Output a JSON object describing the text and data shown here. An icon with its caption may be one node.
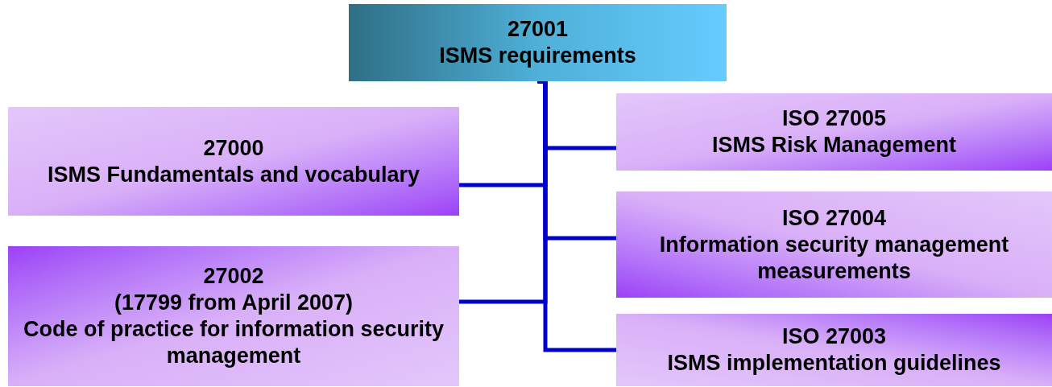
{
  "diagram": {
    "nodes": [
      {
        "text": [
          "27001",
          "ISMS requirements"
        ]
      },
      {
        "text": [
          "27000",
          "ISMS Fundamentals and vocabulary"
        ]
      },
      {
        "text": [
          "27002",
          "(17799 from April 2007)",
          "Code of practice for information security management"
        ]
      },
      {
        "text": [
          "ISO 27005",
          "ISMS Risk Management"
        ]
      },
      {
        "text": [
          "ISO 27004",
          "Information security management measurements"
        ]
      },
      {
        "text": [
          "ISO 27003",
          "ISMS implementation guidelines"
        ]
      }
    ],
    "edges": [
      {
        "from": 0,
        "to": 1,
        "arrow": "none"
      },
      {
        "from": 0,
        "to": 2,
        "arrow": "none"
      },
      {
        "from": 0,
        "to": 3,
        "arrow": "none"
      },
      {
        "from": 0,
        "to": 4,
        "arrow": "none"
      },
      {
        "from": 0,
        "to": 5,
        "arrow": "none"
      }
    ]
  }
}
